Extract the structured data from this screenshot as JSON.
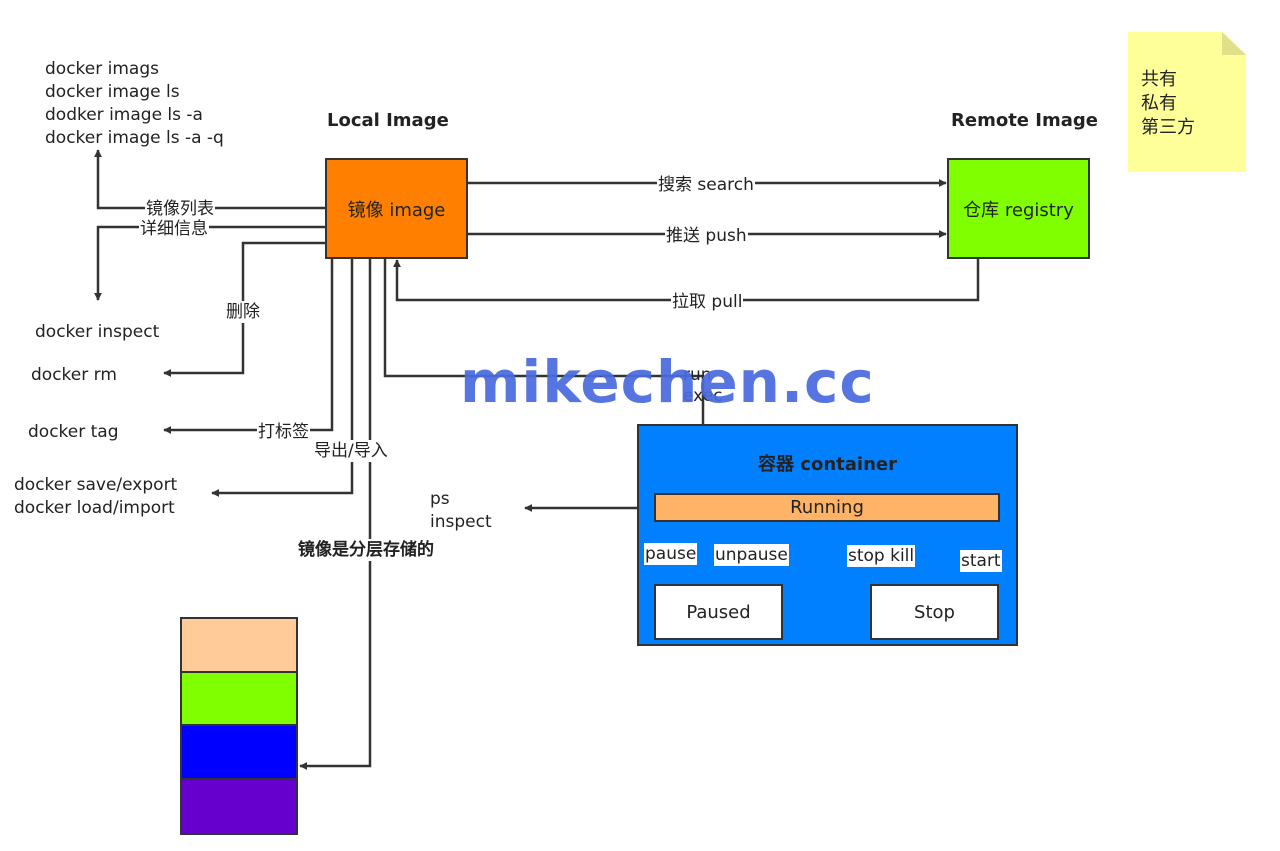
{
  "titles": {
    "local": "Local Image",
    "remote": "Remote Image"
  },
  "nodes": {
    "image": {
      "label": "镜像 image",
      "color": "#ff8000"
    },
    "registry": {
      "label": "仓库 registry",
      "color": "#80ff00"
    },
    "container": {
      "label": "容器 container",
      "color": "#0080ff"
    },
    "running": {
      "label": "Running",
      "color": "#ffb366"
    },
    "paused": {
      "label": "Paused"
    },
    "stop": {
      "label": "Stop"
    }
  },
  "commands": {
    "list": [
      "docker imags",
      "docker image ls",
      "dodker image ls -a",
      "docker image ls -a -q"
    ],
    "inspect": "docker inspect",
    "rm": "docker rm",
    "tag": "docker tag",
    "save_load": [
      "docker save/export",
      "docker load/import"
    ],
    "ps": [
      "ps",
      "inspect"
    ]
  },
  "edge_labels": {
    "list": "镜像列表",
    "detail": "详细信息",
    "delete": "删除",
    "tag": "打标签",
    "export_import": "导出/导入",
    "search": "搜索 search",
    "push": "推送 push",
    "pull": "拉取 pull",
    "run": "run",
    "exec": "exec",
    "pause": "pause",
    "unpause": "unpause",
    "stop_kill": "stop kill",
    "start": "start",
    "layered": "镜像是分层存储的"
  },
  "note": [
    "共有",
    "私有",
    "第三方"
  ],
  "watermark": "mikechen.cc",
  "layers": [
    {
      "color": "#ffcc99"
    },
    {
      "color": "#80ff00"
    },
    {
      "color": "#0000ff"
    },
    {
      "color": "#6600cc"
    }
  ]
}
